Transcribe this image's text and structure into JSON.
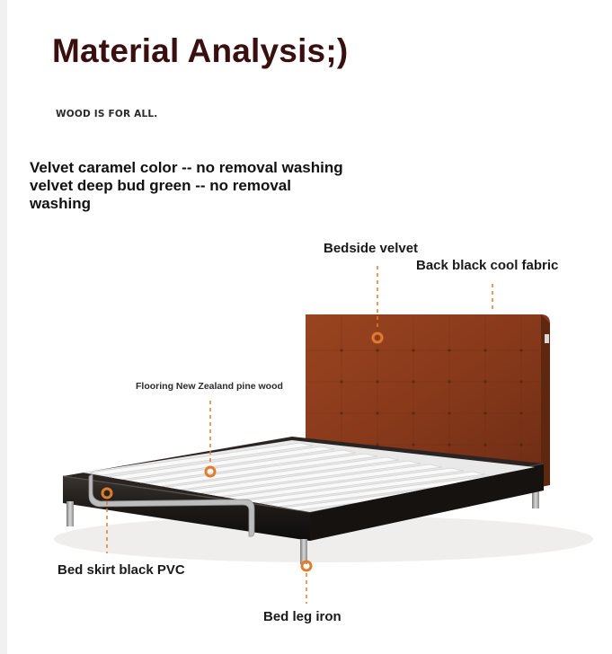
{
  "title": "Material Analysis;)",
  "tagline": "WOOD IS FOR ALL.",
  "description": "Velvet caramel color -- no removal washing velvet deep bud green -- no removal washing",
  "callouts": {
    "bedside": "Bedside velvet",
    "back": "Back black cool fabric",
    "flooring": "Flooring New Zealand pine wood",
    "skirt": "Bed skirt black PVC",
    "leg": "Bed leg iron"
  },
  "colors": {
    "title": "#3a0f0f",
    "headboard": "#8a3a1c",
    "frame": "#1e1b18",
    "slats": "#f4f4f4",
    "marker": "#e07d2c"
  }
}
